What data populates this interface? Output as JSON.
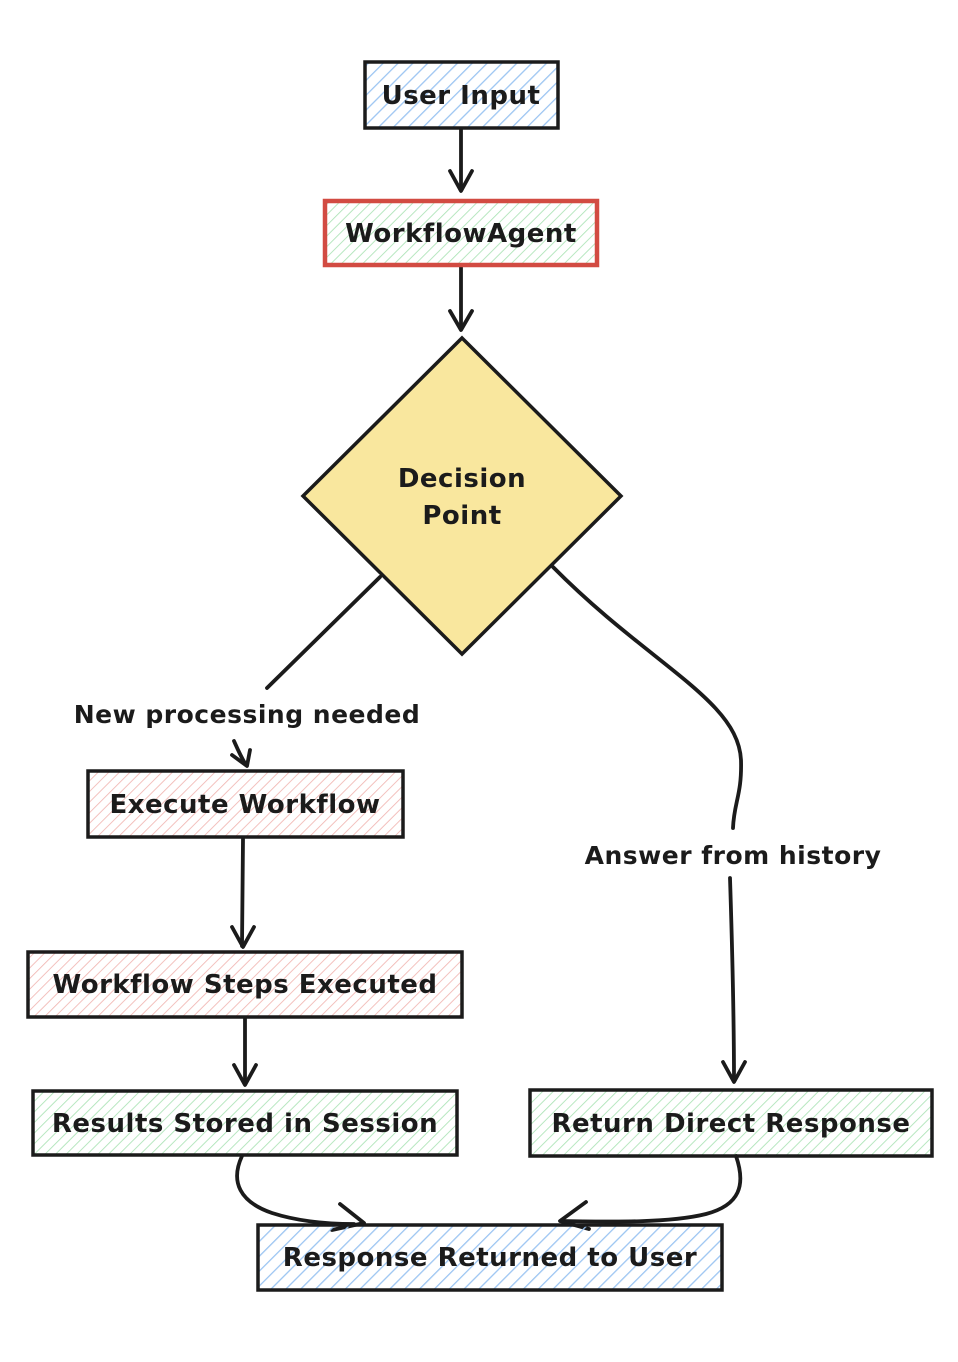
{
  "diagram": {
    "type": "flowchart",
    "background": "#ffffff",
    "nodes": {
      "user_input": {
        "label": "User Input",
        "shape": "rectangle",
        "fill": "hatch-blue",
        "border_color": "#1b1b1b"
      },
      "workflow_agent": {
        "label": "WorkflowAgent",
        "shape": "rectangle",
        "fill": "hatch-green",
        "border_color": "#d24b42"
      },
      "decision_point": {
        "label": "Decision Point",
        "lines": [
          "Decision",
          "Point"
        ],
        "shape": "diamond",
        "fill": "#f9e79e",
        "border_color": "#1b1b1b"
      },
      "execute_workflow": {
        "label": "Execute Workflow",
        "shape": "rectangle",
        "fill": "hatch-red",
        "border_color": "#1b1b1b"
      },
      "workflow_steps_executed": {
        "label": "Workflow Steps Executed",
        "shape": "rectangle",
        "fill": "hatch-red",
        "border_color": "#1b1b1b"
      },
      "results_stored_in_session": {
        "label": "Results Stored in Session",
        "shape": "rectangle",
        "fill": "hatch-green",
        "border_color": "#1b1b1b"
      },
      "return_direct_response": {
        "label": "Return Direct Response",
        "shape": "rectangle",
        "fill": "hatch-green",
        "border_color": "#1b1b1b"
      },
      "response_returned_to_user": {
        "label": "Response Returned to User",
        "shape": "rectangle",
        "fill": "hatch-blue",
        "border_color": "#1b1b1b"
      }
    },
    "edge_labels": {
      "new_processing": "New processing needed",
      "answer_history": "Answer from history"
    },
    "connections": [
      {
        "from": "User Input",
        "to": "WorkflowAgent"
      },
      {
        "from": "WorkflowAgent",
        "to": "Decision Point"
      },
      {
        "from": "Decision Point",
        "to": "Execute Workflow",
        "label": "New processing needed"
      },
      {
        "from": "Decision Point",
        "to": "Return Direct Response",
        "label": "Answer from history"
      },
      {
        "from": "Execute Workflow",
        "to": "Workflow Steps Executed"
      },
      {
        "from": "Workflow Steps Executed",
        "to": "Results Stored in Session"
      },
      {
        "from": "Results Stored in Session",
        "to": "Response Returned to User"
      },
      {
        "from": "Return Direct Response",
        "to": "Response Returned to User"
      }
    ],
    "colors": {
      "stroke": "#1b1b1b",
      "red_border": "#d24b42",
      "hatch_blue": "#9cc5f2",
      "hatch_green": "#abe3b5",
      "hatch_red": "#f1b6b2",
      "diamond_fill": "#f9e79e"
    }
  }
}
